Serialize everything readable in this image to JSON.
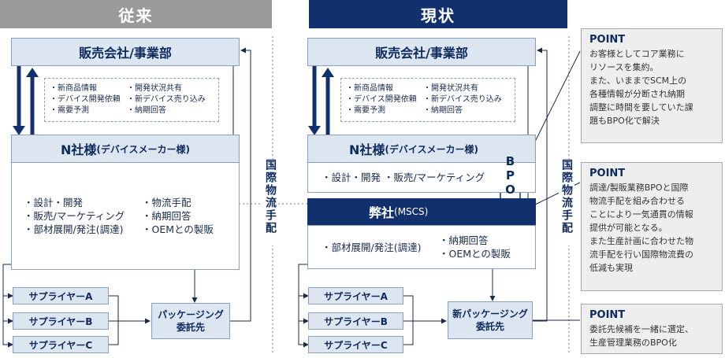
{
  "old": {
    "header": "従来",
    "sales": "販売会社/事業部",
    "info_col1": [
      "・新商品情報",
      "・デバイス開発依頼",
      "・需要予測"
    ],
    "info_col2": [
      "・開発状況共有",
      "・新デバイス売り込み",
      "・納期回答"
    ],
    "n_title": "N社様",
    "n_sub": "(デバイスメーカー様)",
    "n_col1": [
      "・設計・開発",
      "・販売/マーケティング",
      "・部材展開/発注(調達)"
    ],
    "n_col2": [
      "・物流手配",
      "・納期回答",
      "・OEMとの製販"
    ],
    "suppliers": [
      "サプライヤーA",
      "サプライヤーB",
      "サプライヤーC"
    ],
    "packaging": [
      "パッケージング",
      "委託先"
    ],
    "logistics": "国際物流手配"
  },
  "new": {
    "header": "現状",
    "sales": "販売会社/事業部",
    "info_col1": [
      "・新商品情報",
      "・デバイス開発依頼",
      "・需要予測"
    ],
    "info_col2": [
      "・開発状況共有",
      "・新デバイス売り込み",
      "・納期回答"
    ],
    "n_title": "N社様",
    "n_sub": "(デバイスメーカー様)",
    "n_line": "・設計・開発 ・販売/マーケティング",
    "bpo": [
      "B",
      "P",
      "O"
    ],
    "our_title": "弊社",
    "our_sub": "(MSCS)",
    "our_col1": "・部材展開/発注(調達)",
    "our_col2": [
      "・納期回答",
      "・OEMとの製販"
    ],
    "suppliers": [
      "サプライヤーA",
      "サプライヤーB",
      "サプライヤーC"
    ],
    "packaging": [
      "新パッケージング",
      "委託先"
    ],
    "logistics": "国際物流手配"
  },
  "points": [
    {
      "title": "POINT",
      "body": "お客様としてコア業務に\nリソースを集約。\nまた、いままでSCM上の\n各種情報が分断され納期\n調整に時間を要していた課\n題もBPO化で解決"
    },
    {
      "title": "POINT",
      "body": "調達/製販業務BPOと国際\n物流手配を組み合わせる\nことにより一気通貫の情報\n提供が可能となる。\nまた生産計画に合わせた物\n流手配を行い国際物流費の\n低減も実現"
    },
    {
      "title": "POINT",
      "body": "委託先候補を一緒に選定、\n生産管理業務のBPO化"
    }
  ],
  "colors": {
    "navy": "#13306e",
    "light_blue": "#dce6f1",
    "gray_header": "#9a9a9a",
    "point_bg": "#eeeeee"
  }
}
